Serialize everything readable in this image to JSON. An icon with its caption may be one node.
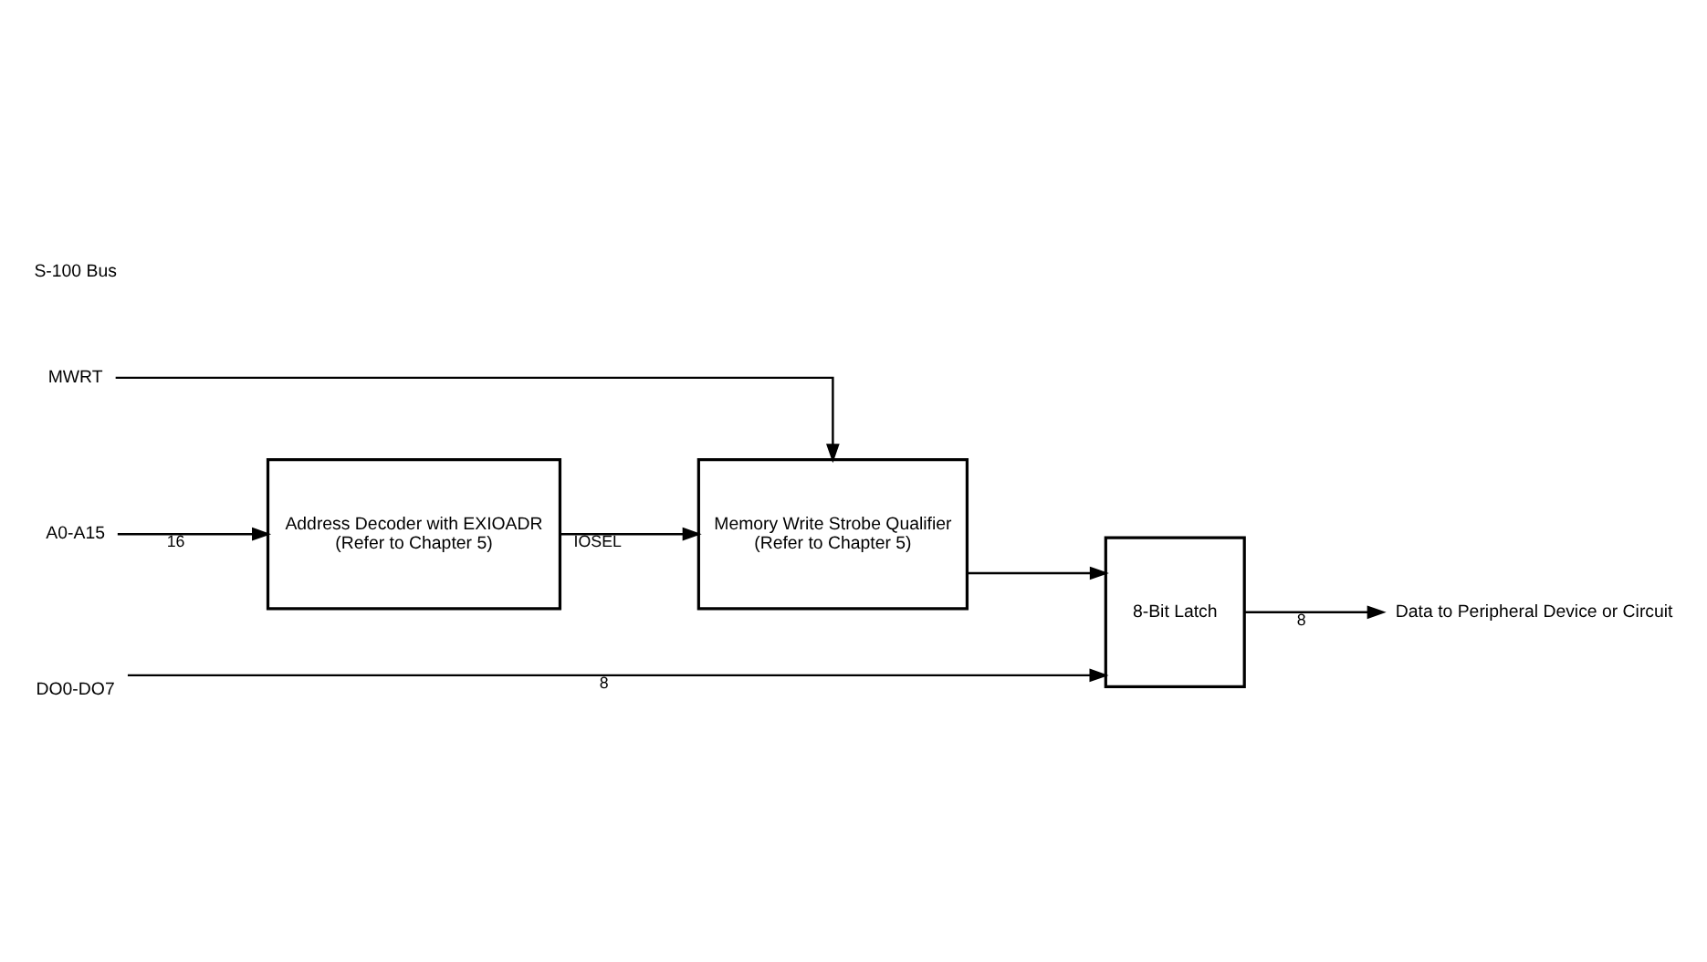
{
  "diagram": {
    "nodes": [
      {
        "text": [
          "A0-A15"
        ]
      },
      {
        "text": [
          "Address Decoder with EXIOADR",
          "(Refer to Chapter 5)"
        ]
      },
      {
        "text": [
          "Memory Write Strobe Qualifier",
          "(Refer to Chapter 5)"
        ]
      },
      {
        "text": [
          "MWRT"
        ]
      },
      {
        "text": [
          "DO0-DO7"
        ]
      },
      {
        "text": [
          "8-Bit Latch"
        ]
      },
      {
        "text": [
          "Data to Peripheral Device or Circuit"
        ]
      }
    ],
    "edges": [
      {
        "from": 0,
        "to": 1,
        "arrow": "to",
        "label": "16"
      },
      {
        "from": 1,
        "to": 2,
        "arrow": "to",
        "label": "IOSEL"
      },
      {
        "from": 3,
        "to": 2,
        "arrow": "to"
      },
      {
        "from": 2,
        "to": 5,
        "arrow": "to"
      },
      {
        "from": 4,
        "to": 5,
        "arrow": "to",
        "label": "8"
      },
      {
        "from": 5,
        "to": 6,
        "arrow": "to",
        "label": "8"
      }
    ],
    "labels": [
      "S-100 Bus"
    ]
  }
}
